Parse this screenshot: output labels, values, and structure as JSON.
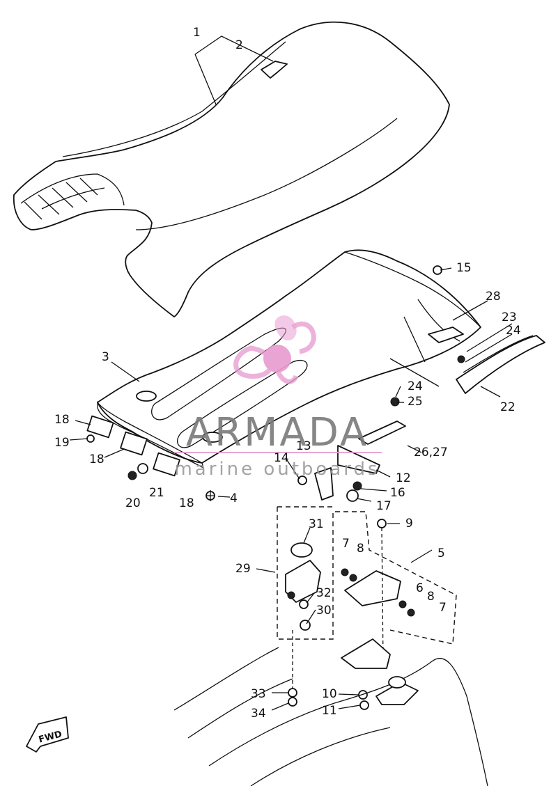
{
  "callouts": [
    {
      "id": "c1",
      "text": "1"
    },
    {
      "id": "c2",
      "text": "2"
    },
    {
      "id": "c3",
      "text": "3"
    },
    {
      "id": "c4",
      "text": "4"
    },
    {
      "id": "c5",
      "text": "5"
    },
    {
      "id": "c6",
      "text": "6"
    },
    {
      "id": "c7a",
      "text": "7"
    },
    {
      "id": "c7b",
      "text": "7"
    },
    {
      "id": "c8a",
      "text": "8"
    },
    {
      "id": "c8b",
      "text": "8"
    },
    {
      "id": "c9",
      "text": "9"
    },
    {
      "id": "c10",
      "text": "10"
    },
    {
      "id": "c11",
      "text": "11"
    },
    {
      "id": "c12",
      "text": "12"
    },
    {
      "id": "c13",
      "text": "13"
    },
    {
      "id": "c14",
      "text": "14"
    },
    {
      "id": "c15",
      "text": "15"
    },
    {
      "id": "c16",
      "text": "16"
    },
    {
      "id": "c17",
      "text": "17"
    },
    {
      "id": "c18a",
      "text": "18"
    },
    {
      "id": "c18b",
      "text": "18"
    },
    {
      "id": "c18c",
      "text": "18"
    },
    {
      "id": "c19",
      "text": "19"
    },
    {
      "id": "c20",
      "text": "20"
    },
    {
      "id": "c21",
      "text": "21"
    },
    {
      "id": "c22",
      "text": "22"
    },
    {
      "id": "c23",
      "text": "23"
    },
    {
      "id": "c24a",
      "text": "24"
    },
    {
      "id": "c24b",
      "text": "24"
    },
    {
      "id": "c25",
      "text": "25"
    },
    {
      "id": "c2627",
      "text": "26,27"
    },
    {
      "id": "c28",
      "text": "28"
    },
    {
      "id": "c29",
      "text": "29"
    },
    {
      "id": "c30",
      "text": "30"
    },
    {
      "id": "c31",
      "text": "31"
    },
    {
      "id": "c32",
      "text": "32"
    },
    {
      "id": "c33",
      "text": "33"
    },
    {
      "id": "c34",
      "text": "34"
    }
  ],
  "fwd_label": "FWD",
  "watermark": {
    "brand": "ARMADA",
    "tagline": "marine outboards",
    "brand_color": "#e79bd0"
  }
}
